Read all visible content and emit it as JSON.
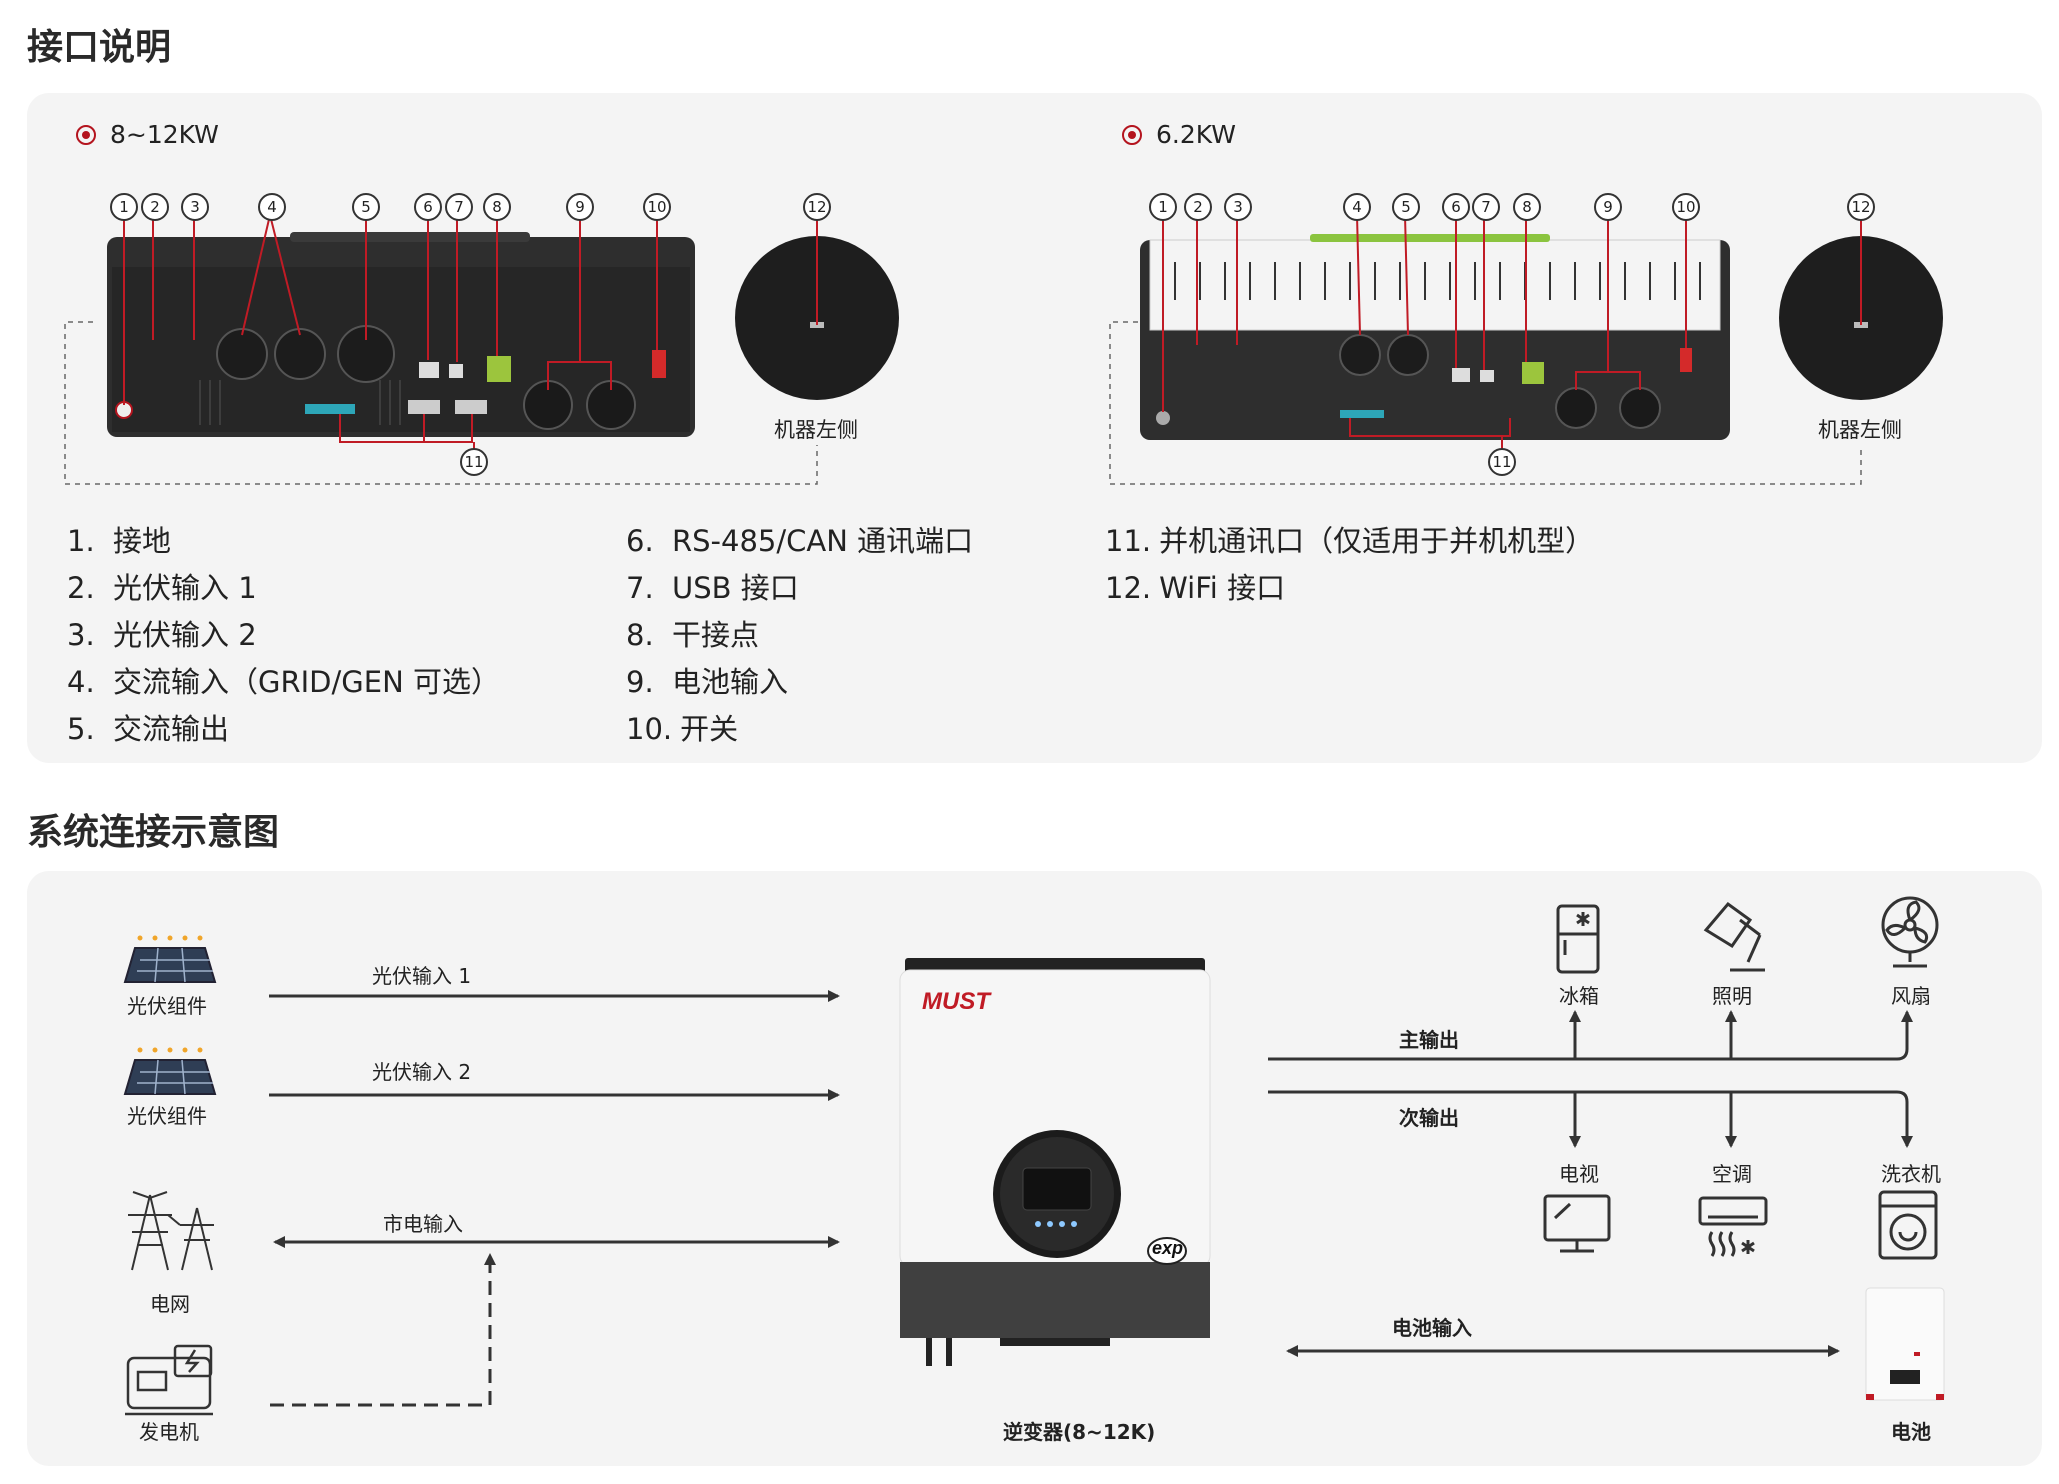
{
  "section1": {
    "title": "接口说明"
  },
  "model_a": {
    "label": "8~12KW",
    "numbers": [
      "1",
      "2",
      "3",
      "4",
      "5",
      "6",
      "7",
      "8",
      "9",
      "10",
      "12",
      "11"
    ],
    "side_caption": "机器左侧"
  },
  "model_b": {
    "label": "6.2KW",
    "numbers": [
      "1",
      "2",
      "3",
      "4",
      "5",
      "6",
      "7",
      "8",
      "9",
      "10",
      "12",
      "11"
    ],
    "side_caption": "机器左侧"
  },
  "legend": {
    "col1": [
      {
        "n": "1.",
        "text": "接地"
      },
      {
        "n": "2.",
        "text": "光伏输入 1"
      },
      {
        "n": "3.",
        "text": "光伏输入 2"
      },
      {
        "n": "4.",
        "text": "交流输入（GRID/GEN 可选）"
      },
      {
        "n": "5.",
        "text": "交流输出"
      }
    ],
    "col2": [
      {
        "n": "6.",
        "text": "RS-485/CAN 通讯端口"
      },
      {
        "n": "7.",
        "text": "USB 接口"
      },
      {
        "n": "8.",
        "text": "干接点"
      },
      {
        "n": "9.",
        "text": "电池输入"
      },
      {
        "n": "10.",
        "text": "开关"
      }
    ],
    "col3": [
      {
        "n": "11.",
        "text": "并机通讯口（仅适用于并机机型）"
      },
      {
        "n": "12.",
        "text": "WiFi 接口"
      }
    ]
  },
  "section2": {
    "title": "系统连接示意图"
  },
  "diagram": {
    "pv1_label": "光伏组件",
    "pv2_label": "光伏组件",
    "grid_label": "电网",
    "gen_label": "发电机",
    "arrow_pv1": "光伏输入 1",
    "arrow_pv2": "光伏输入 2",
    "arrow_grid": "市电输入",
    "inverter_label": "逆变器(8~12K)",
    "brand": "MUST",
    "badge": "exp",
    "main_output": "主输出",
    "sub_output": "次输出",
    "battery_input": "电池输入",
    "fridge": "冰箱",
    "light": "照明",
    "fan": "风扇",
    "tv": "电视",
    "ac": "空调",
    "washer": "洗衣机",
    "battery": "电池"
  },
  "colors": {
    "accent_red": "#b4141e",
    "panel_bg": "#f4f4f4",
    "device_dark": "#2b2b2b"
  }
}
